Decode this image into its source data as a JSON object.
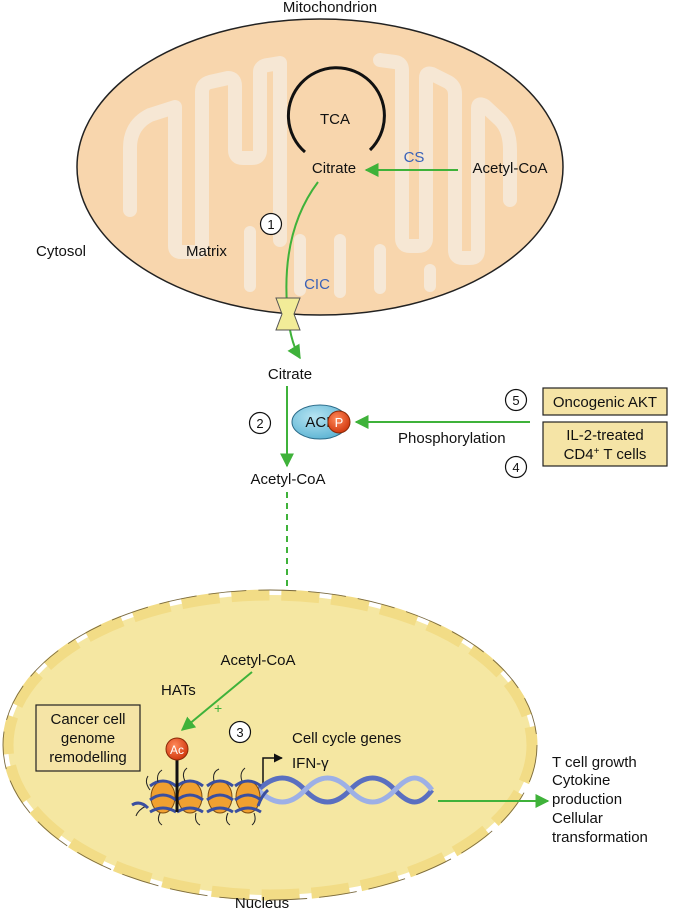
{
  "labels": {
    "mitochondrion": "Mitochondrion",
    "cytosol": "Cytosol",
    "matrix": "Matrix",
    "tca": "TCA",
    "citrate_mito": "Citrate",
    "acetylcoa_mito": "Acetyl-CoA",
    "cs": "CS",
    "cic": "CIC",
    "citrate_cyto": "Citrate",
    "acl": "ACL",
    "p": "P",
    "phosphorylation": "Phosphorylation",
    "acetylcoa_cyto": "Acetyl-CoA",
    "acetylcoa_nuc": "Acetyl-CoA",
    "hats": "HATs",
    "plus": "+",
    "ac": "Ac",
    "cell_cycle_genes": "Cell cycle genes",
    "ifn": "IFN-γ",
    "nucleus": "Nucleus"
  },
  "steps": [
    "1",
    "2",
    "3",
    "4",
    "5"
  ],
  "boxes": {
    "oncogenic_akt": "Oncogenic AKT",
    "il2_line1": "IL-2-treated",
    "il2_line2_pre": "CD4",
    "il2_line2_sup": "+",
    "il2_line2_post": " T cells",
    "cancer_line1": "Cancer cell",
    "cancer_line2": "genome",
    "cancer_line3": "remodelling"
  },
  "outcomes": [
    "T cell growth",
    "Cytokine",
    "production",
    "Cellular",
    "transformation"
  ],
  "colors": {
    "mito_fill": "#f8d6ad",
    "nucleus_fill": "#f5e7a2",
    "box_fill": "#f5e4a6",
    "arrow_green": "#3fb23a",
    "enzyme_blue": "#3a62b8",
    "acl_fill": "#7cc8e0",
    "p_fill": "#e04a1a",
    "nucleosome_orange": "#f0a030",
    "dna_blue": "#5a6fc0"
  }
}
